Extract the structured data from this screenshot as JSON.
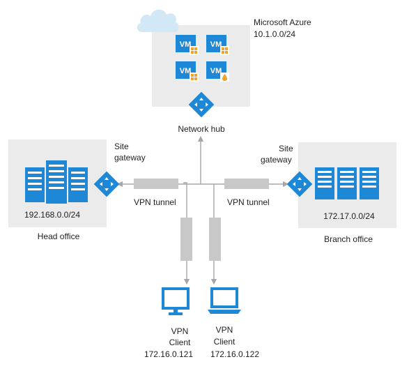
{
  "azure": {
    "title": "Microsoft Azure",
    "subnet": "10.1.0.0/24",
    "vms": [
      {
        "label": "VM",
        "os": "windows"
      },
      {
        "label": "VM",
        "os": "windows"
      },
      {
        "label": "VM",
        "os": "windows"
      },
      {
        "label": "VM",
        "os": "linux"
      }
    ],
    "hub_label": "Network hub"
  },
  "head_office": {
    "gateway_label_line1": "Site",
    "gateway_label_line2": "gateway",
    "subnet": "192.168.0.0/24",
    "name": "Head office"
  },
  "branch_office": {
    "gateway_label_line1": "Site",
    "gateway_label_line2": "gateway",
    "subnet": "172.17.0.0/24",
    "name": "Branch office"
  },
  "tunnels": {
    "left_label": "VPN tunnel",
    "right_label": "VPN tunnel"
  },
  "clients": [
    {
      "line1": "VPN",
      "line2": "Client",
      "ip": "172.16.0.121",
      "device": "desktop-monitor"
    },
    {
      "line1": "VPN",
      "line2": "Client",
      "ip": "172.16.0.122",
      "device": "laptop"
    }
  ],
  "colors": {
    "icon_blue": "#1e88d6",
    "panel_gray": "#ebebeb",
    "tunnel_gray": "#c8c8c8",
    "line_gray": "#a6a6a6",
    "windows_orange": "#f0a32a",
    "cloud_blue": "#d3e8f6"
  }
}
